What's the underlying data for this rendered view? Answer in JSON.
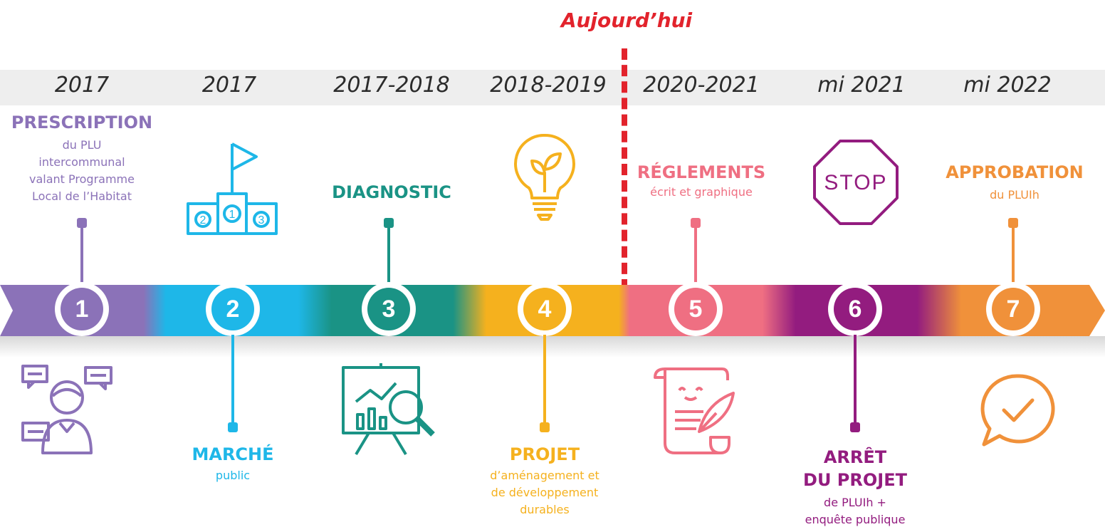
{
  "today": {
    "label": "Aujourd’hui",
    "color": "#e2232c"
  },
  "steps": [
    {
      "number": "1",
      "year": "2017",
      "title": "PRESCRIPTION",
      "subtitle": [
        "du PLU",
        "intercommunal",
        "valant Programme",
        "Local de l’Habitat"
      ],
      "color": "#8b72b8",
      "icon": "consultation-people-icon"
    },
    {
      "number": "2",
      "year": "2017",
      "title": "MARCHÉ",
      "subtitle": [
        "public"
      ],
      "color": "#1eb7e8",
      "icon": "podium-flag-icon"
    },
    {
      "number": "3",
      "year": "2017-2018",
      "title": "DIAGNOSTIC",
      "subtitle": [],
      "color": "#1a9385",
      "icon": "analysis-chart-icon"
    },
    {
      "number": "4",
      "year": "2018-2019",
      "title": "PROJET",
      "subtitle": [
        "d’aménagement et",
        "de développement",
        "durables"
      ],
      "color": "#f5b11e",
      "icon": "eco-lightbulb-icon"
    },
    {
      "number": "5",
      "year": "2020-2021",
      "title": "RÉGLEMENTS",
      "subtitle": [
        "écrit et graphique"
      ],
      "color": "#ef6f82",
      "icon": "scroll-quill-icon"
    },
    {
      "number": "6",
      "year": "mi 2021",
      "title_lines": [
        "ARRÊT",
        "DU PROJET"
      ],
      "subtitle": [
        "de PLUIh +",
        "enquête publique"
      ],
      "color": "#931c7f",
      "icon": "stop-sign-icon"
    },
    {
      "number": "7",
      "year": "mi 2022",
      "title": "APPROBATION",
      "subtitle": [
        "du PLUIh"
      ],
      "color": "#f0913a",
      "icon": "check-bubble-icon"
    }
  ]
}
